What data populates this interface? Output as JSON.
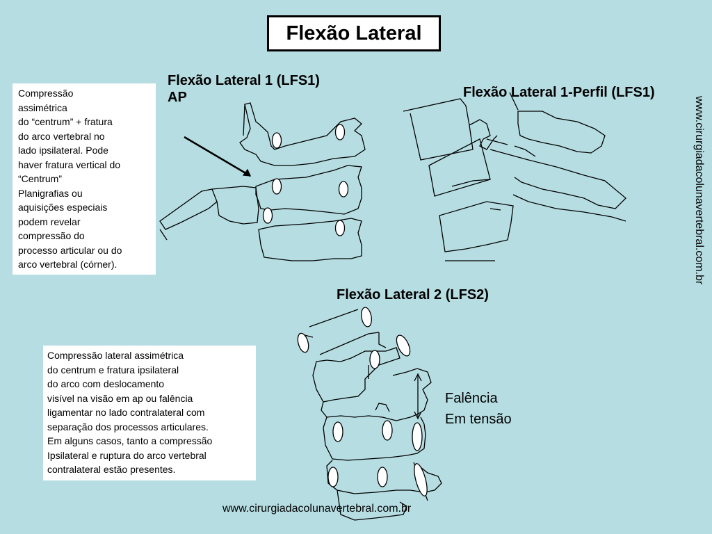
{
  "title": "Flexão Lateral",
  "headings": {
    "lfs1_ap": "Flexão Lateral 1 (LFS1)\nAP",
    "lfs1_perfil": "Flexão Lateral 1-Perfil (LFS1)",
    "lfs2": "Flexão Lateral 2 (LFS2)"
  },
  "notes": {
    "lfs1": "Compressão\nassimétrica\ndo “centrum” + fratura\ndo arco vertebral no\nlado ipsilateral. Pode\nhaver fratura vertical do\n“Centrum”\nPlanigrafias ou\naquisições especiais\npodem revelar\ncompressão do\nprocesso articular ou do\narco vertebral (córner).",
    "lfs2": "Compressão lateral assimétrica\ndo centrum e fratura ipsilateral\ndo arco com deslocamento\nvisível na visão em ap ou falência\nligamentar no lado contralateral com\nseparação dos processos articulares.\nEm alguns casos, tanto a compressão\nIpsilateral e ruptura do arco vertebral\ncontralateral estão presentes."
  },
  "tension_label": "Falência\nEm tensão",
  "website_vertical": "www.cirurgiadacolunavertebral.com.br",
  "website_footer": "www.cirurgiadacolunavertebral.com.br",
  "colors": {
    "background": "#b6dde2"
  }
}
